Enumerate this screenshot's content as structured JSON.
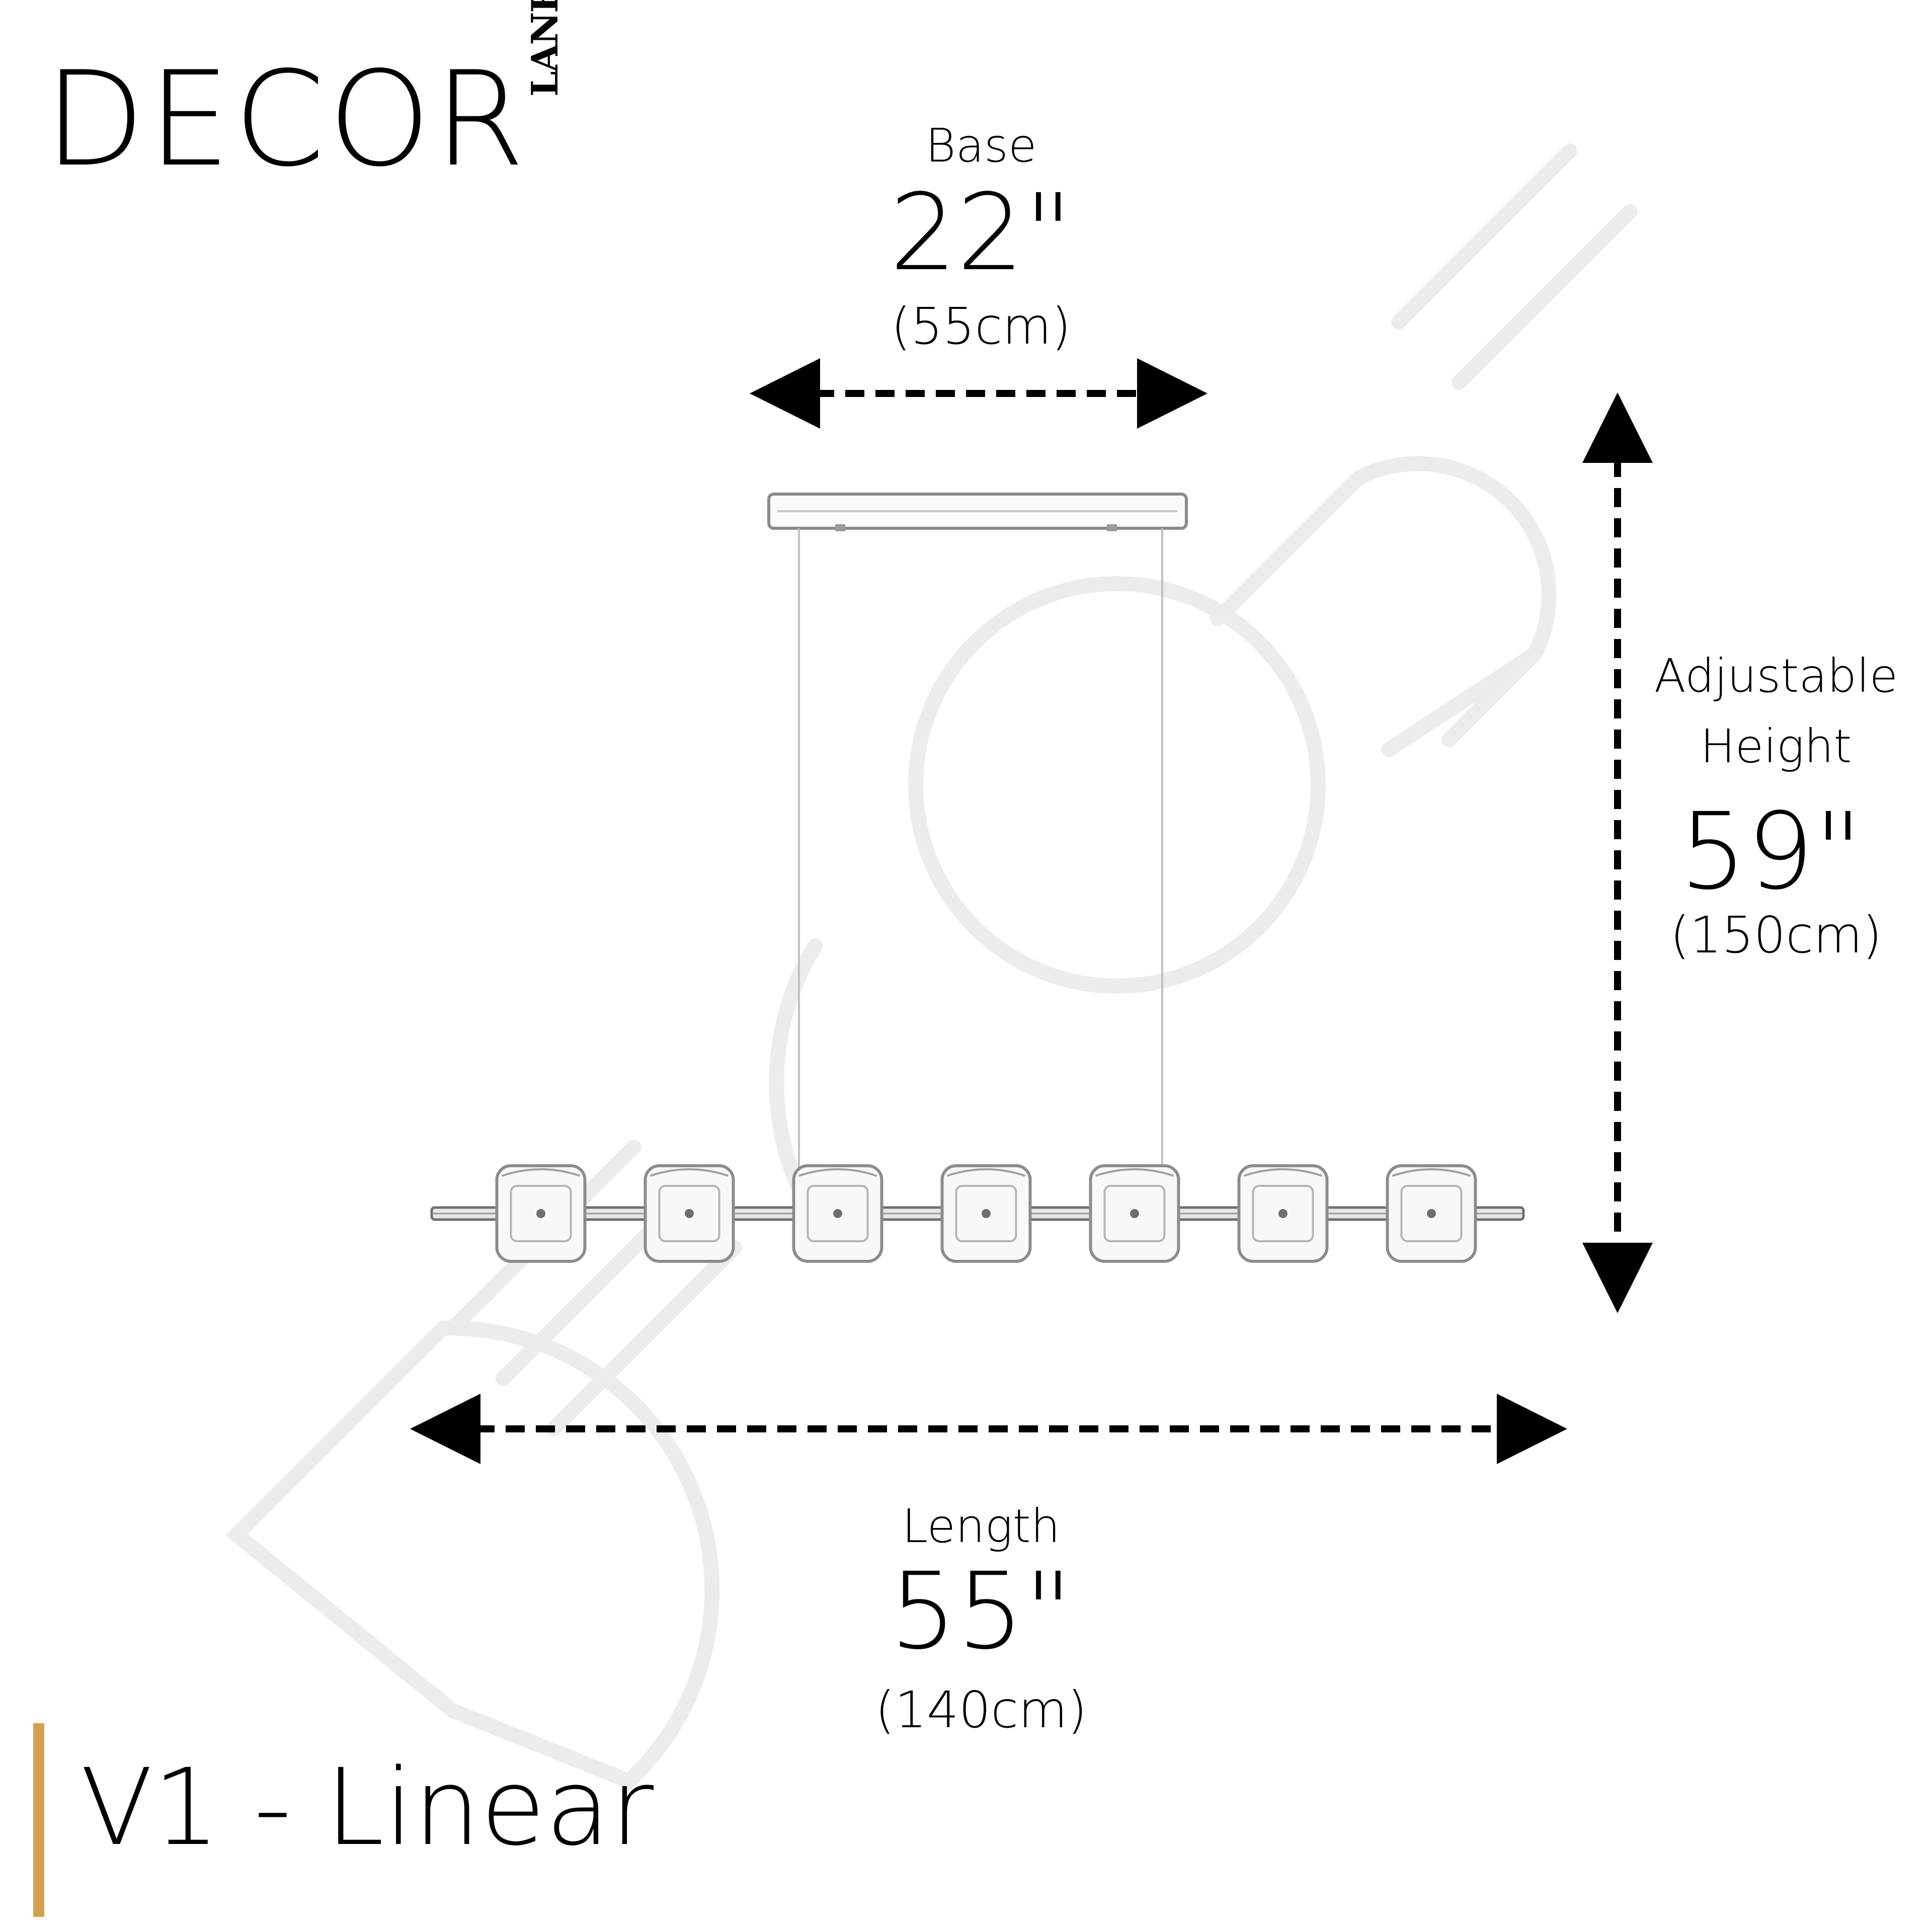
{
  "brand": {
    "name": "DECOR",
    "sub": "LANE"
  },
  "base": {
    "label": "Base",
    "inches": "22\"",
    "cm": "(55cm)"
  },
  "height": {
    "label_line1": "Adjustable",
    "label_line2": "Height",
    "inches": "59\"",
    "cm": "(150cm)"
  },
  "length": {
    "label": "Length",
    "inches": "55\"",
    "cm": "(140cm)"
  },
  "product_title": "V1 - Linear",
  "colors": {
    "accent": "#d4a04c",
    "line": "#000000",
    "watermark": "#ececec"
  },
  "fixture": {
    "pendant_count": 7
  }
}
